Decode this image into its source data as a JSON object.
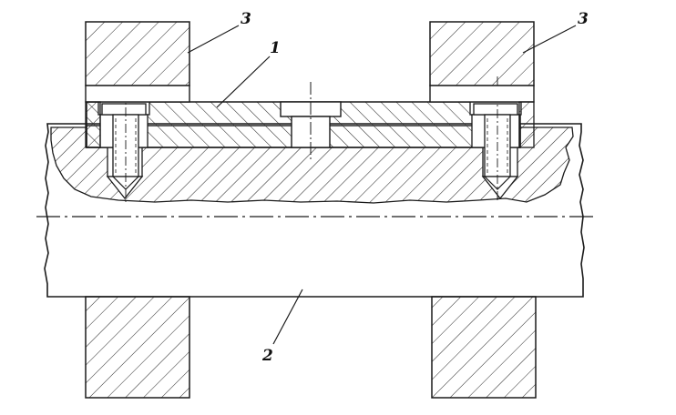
{
  "labels": {
    "part1": "1",
    "part2": "2",
    "part3_left": "3",
    "part3_right": "3"
  },
  "colors": {
    "line": "#1a1a1a",
    "hatch": "#2a2a2a",
    "background": "#ffffff"
  }
}
